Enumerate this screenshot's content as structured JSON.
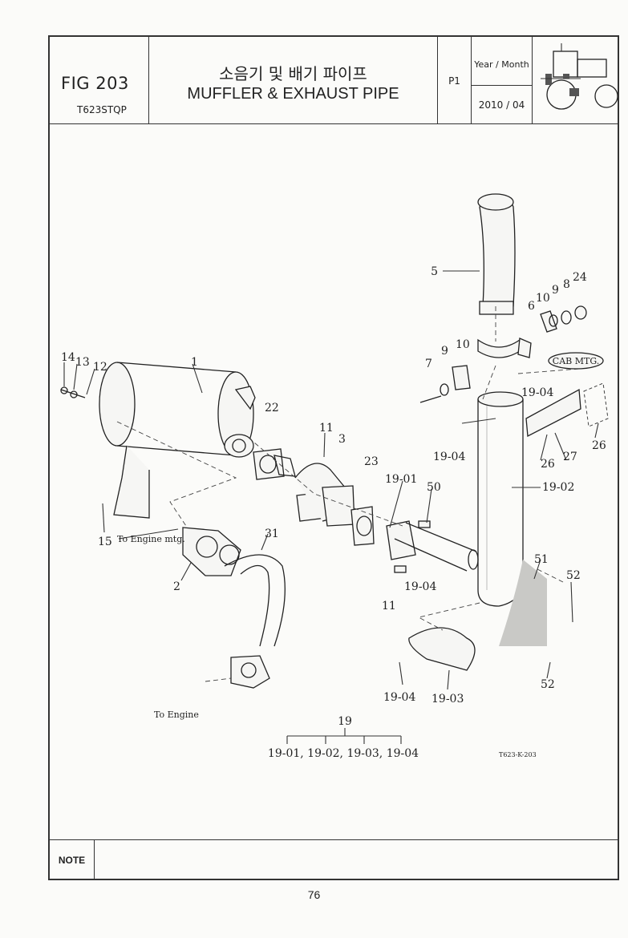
{
  "header": {
    "fig": "FIG 203",
    "model": "T623STQP",
    "title_ko": "소음기 및 배기 파이프",
    "title_en": "MUFFLER & EXHAUST PIPE",
    "page_tag": "P1",
    "ym_label": "Year / Month",
    "ym_value": "2010 / 04"
  },
  "diagram": {
    "ref_code": "T623-K-203",
    "cab_label": "CAB MTG.",
    "to_engine_mtg": "To Engine mtg.",
    "to_engine": "To Engine",
    "group_number": "19",
    "group_members": "19-01, 19-02, 19-03, 19-04",
    "callouts": {
      "p1": "1",
      "p2": "2",
      "p3": "3",
      "p5": "5",
      "p6": "6",
      "p7": "7",
      "p8": "8",
      "p9a": "9",
      "p9b": "9",
      "p10a": "10",
      "p10b": "10",
      "p11a": "11",
      "p11b": "11",
      "p12": "12",
      "p13": "13",
      "p14": "14",
      "p15": "15",
      "p22": "22",
      "p23": "23",
      "p24": "24",
      "p26a": "26",
      "p26b": "26",
      "p27": "27",
      "p31": "31",
      "p50": "50",
      "p51": "51",
      "p52a": "52",
      "p52b": "52",
      "p1901": "19-01",
      "p1902": "19-02",
      "p1903": "19-03",
      "p1904a": "19-04",
      "p1904b": "19-04",
      "p1904c": "19-04",
      "p1904d": "19-04"
    }
  },
  "note": {
    "label": "NOTE"
  },
  "page_number": "76"
}
